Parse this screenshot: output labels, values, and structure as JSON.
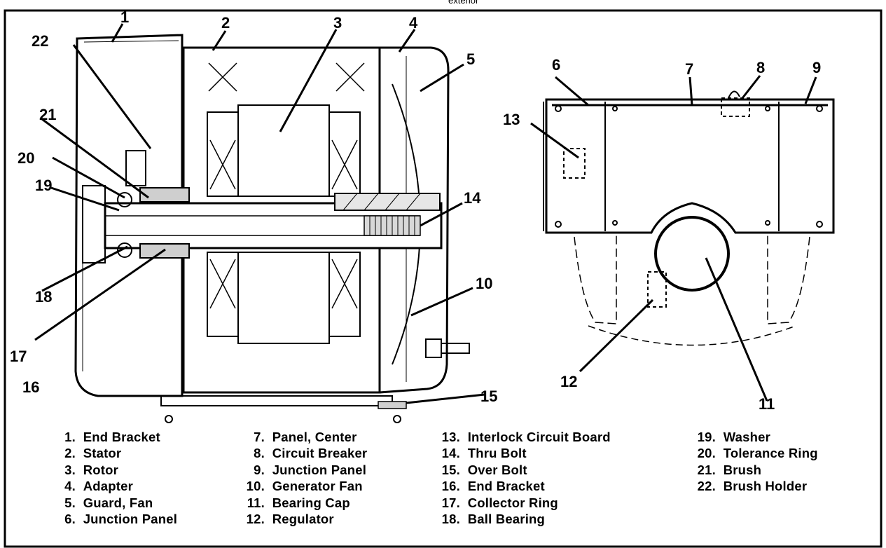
{
  "header": {
    "caption": "exterior"
  },
  "callouts": [
    "1",
    "2",
    "3",
    "4",
    "5",
    "6",
    "7",
    "8",
    "9",
    "10",
    "11",
    "12",
    "13",
    "14",
    "15",
    "16",
    "17",
    "18",
    "19",
    "20",
    "21",
    "22"
  ],
  "legend": {
    "col1": [
      {
        "num": "1.",
        "label": "End Bracket"
      },
      {
        "num": "2.",
        "label": "Stator"
      },
      {
        "num": "3.",
        "label": "Rotor"
      },
      {
        "num": "4.",
        "label": "Adapter"
      },
      {
        "num": "5.",
        "label": "Guard, Fan"
      },
      {
        "num": "6.",
        "label": "Junction Panel"
      }
    ],
    "col2": [
      {
        "num": "7.",
        "label": "Panel, Center"
      },
      {
        "num": "8.",
        "label": "Circuit Breaker"
      },
      {
        "num": "9.",
        "label": "Junction Panel"
      },
      {
        "num": "10.",
        "label": "Generator Fan"
      },
      {
        "num": "11.",
        "label": "Bearing Cap"
      },
      {
        "num": "12.",
        "label": "Regulator"
      }
    ],
    "col3": [
      {
        "num": "13.",
        "label": "Interlock Circuit Board"
      },
      {
        "num": "14.",
        "label": "Thru Bolt"
      },
      {
        "num": "15.",
        "label": "Over Bolt"
      },
      {
        "num": "16.",
        "label": "End Bracket"
      },
      {
        "num": "17.",
        "label": "Collector Ring"
      },
      {
        "num": "18.",
        "label": "Ball Bearing"
      }
    ],
    "col4": [
      {
        "num": "19.",
        "label": "Washer"
      },
      {
        "num": "20.",
        "label": "Tolerance Ring"
      },
      {
        "num": "21.",
        "label": "Brush"
      },
      {
        "num": "22.",
        "label": "Brush Holder"
      }
    ]
  }
}
